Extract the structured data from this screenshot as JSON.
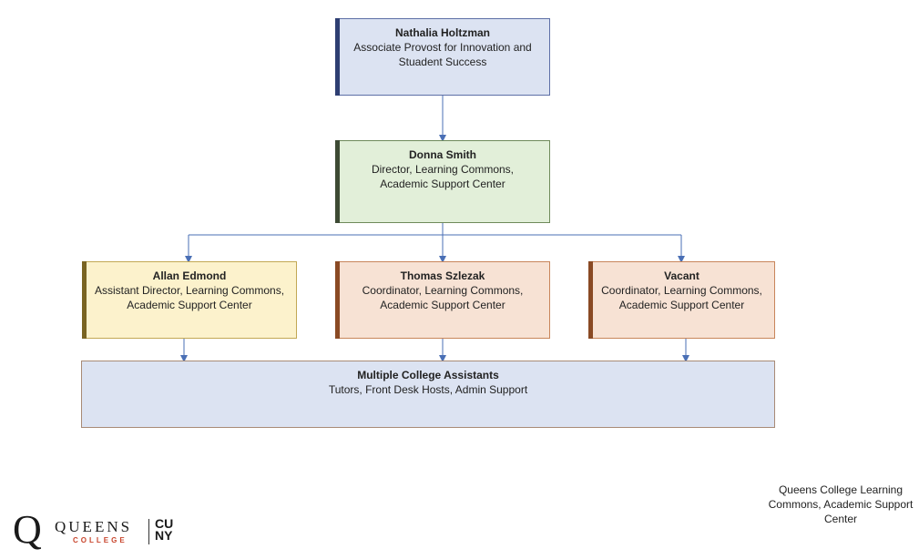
{
  "provost": {
    "name": "Nathalia Holtzman",
    "title": "Associate Provost for Innovation and\nStuadent Success"
  },
  "director": {
    "name": "Donna Smith",
    "title": "Director, Learning Commons,\nAcademic Support Center"
  },
  "assistant_director": {
    "name": "Allan Edmond",
    "title": "Assistant Director, Learning Commons,\nAcademic Support Center"
  },
  "coordinator_1": {
    "name": "Thomas Szlezak",
    "title": "Coordinator, Learning Commons,\nAcademic Support Center"
  },
  "coordinator_2": {
    "name": "Vacant",
    "title": "Coordinator, Learning Commons,\nAcademic Support Center"
  },
  "assistants": {
    "name": "Multiple College Assistants",
    "title": "Tutors, Front Desk Hosts, Admin Support"
  },
  "footer_note": "Queens College Learning Commons, Academic Support Center",
  "logo": {
    "q": "Q",
    "queens": "QUEENS",
    "college": "COLLEGE",
    "cuny_1": "CU",
    "cuny_2": "NY"
  },
  "colors": {
    "connector": "#4a6fb5"
  }
}
